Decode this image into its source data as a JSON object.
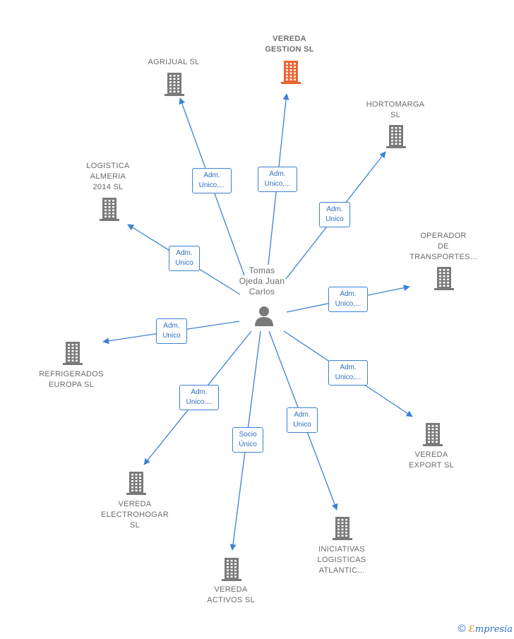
{
  "center": {
    "name_lines": [
      "Tomas",
      "Ojeda Juan",
      "Carlos"
    ],
    "icon": "person-icon"
  },
  "colors": {
    "edge": "#3b82d6",
    "building": "#7a7a7a",
    "highlight_building": "#f0622e",
    "label_border": "#3b82d6",
    "label_text": "#2f6fc0",
    "node_text": "#6b6b6b"
  },
  "nodes": [
    {
      "id": "agrijual",
      "name_lines": [
        "AGRIJUAL  SL"
      ],
      "icon": "building-icon"
    },
    {
      "id": "vereda-gestion",
      "name_lines": [
        "VEREDA",
        "GESTION  SL"
      ],
      "icon": "building-icon",
      "highlight": true
    },
    {
      "id": "hortomarga",
      "name_lines": [
        "HORTOMARGA",
        "SL"
      ],
      "icon": "building-icon"
    },
    {
      "id": "logistica-almeria",
      "name_lines": [
        "LOGISTICA",
        "ALMERIA",
        "2014  SL"
      ],
      "icon": "building-icon"
    },
    {
      "id": "operador-transportes",
      "name_lines": [
        "OPERADOR",
        "DE",
        "TRANSPORTES..."
      ],
      "icon": "building-icon"
    },
    {
      "id": "refrigerados-europa",
      "name_lines": [
        "REFRIGERADOS",
        "EUROPA  SL"
      ],
      "icon": "building-icon"
    },
    {
      "id": "vereda-export",
      "name_lines": [
        "VEREDA",
        "EXPORT  SL"
      ],
      "icon": "building-icon"
    },
    {
      "id": "vereda-electrohogar",
      "name_lines": [
        "VEREDA",
        "ELECTROHOGAR",
        "SL"
      ],
      "icon": "building-icon"
    },
    {
      "id": "iniciativas-logisticas",
      "name_lines": [
        "INICIATIVAS",
        "LOGISTICAS",
        "ATLANTIC..."
      ],
      "icon": "building-icon"
    },
    {
      "id": "vereda-activos",
      "name_lines": [
        "VEREDA",
        "ACTIVOS  SL"
      ],
      "icon": "building-icon"
    }
  ],
  "edges": [
    {
      "to": "agrijual",
      "label_lines": [
        "Adm.",
        "Unico,..."
      ]
    },
    {
      "to": "vereda-gestion",
      "label_lines": [
        "Adm.",
        "Unico,..."
      ]
    },
    {
      "to": "hortomarga",
      "label_lines": [
        "Adm.",
        "Unico"
      ]
    },
    {
      "to": "logistica-almeria",
      "label_lines": [
        "Adm.",
        "Unico"
      ]
    },
    {
      "to": "operador-transportes",
      "label_lines": [
        "Adm.",
        "Unico,..."
      ]
    },
    {
      "to": "refrigerados-europa",
      "label_lines": [
        "Adm.",
        "Unico"
      ]
    },
    {
      "to": "vereda-export",
      "label_lines": [
        "Adm.",
        "Unico,..."
      ]
    },
    {
      "to": "vereda-electrohogar",
      "label_lines": [
        "Adm.",
        "Unico,..."
      ]
    },
    {
      "to": "iniciativas-logisticas",
      "label_lines": [
        "Adm.",
        "Unico"
      ]
    },
    {
      "to": "vereda-activos",
      "label_lines": [
        "Socio",
        "Único"
      ]
    }
  ],
  "footer": {
    "copyright_symbol": "©",
    "brand_initial": "ℰ",
    "brand_rest": "mpresia"
  }
}
